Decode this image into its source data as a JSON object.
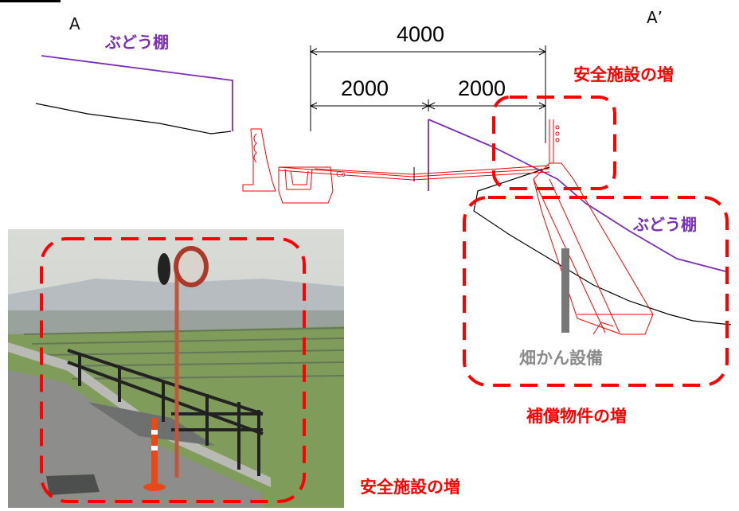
{
  "section": {
    "start_label": "A",
    "end_label": "A’"
  },
  "dimensions": {
    "total": "4000",
    "left": "2000",
    "right": "2000"
  },
  "labels": {
    "vineyard_top": "ぶどう棚",
    "vineyard_right": "ぶどう棚",
    "safety_top": "安全施設の増",
    "safety_bottom": "安全施設の増",
    "compensation": "補償物件の増",
    "irrigation": "畑かん設備",
    "concrete": "Co"
  },
  "colors": {
    "purple": "#7b2fb4",
    "red": "#ff0000",
    "gray": "#8a8a8a",
    "line": "#000000"
  }
}
